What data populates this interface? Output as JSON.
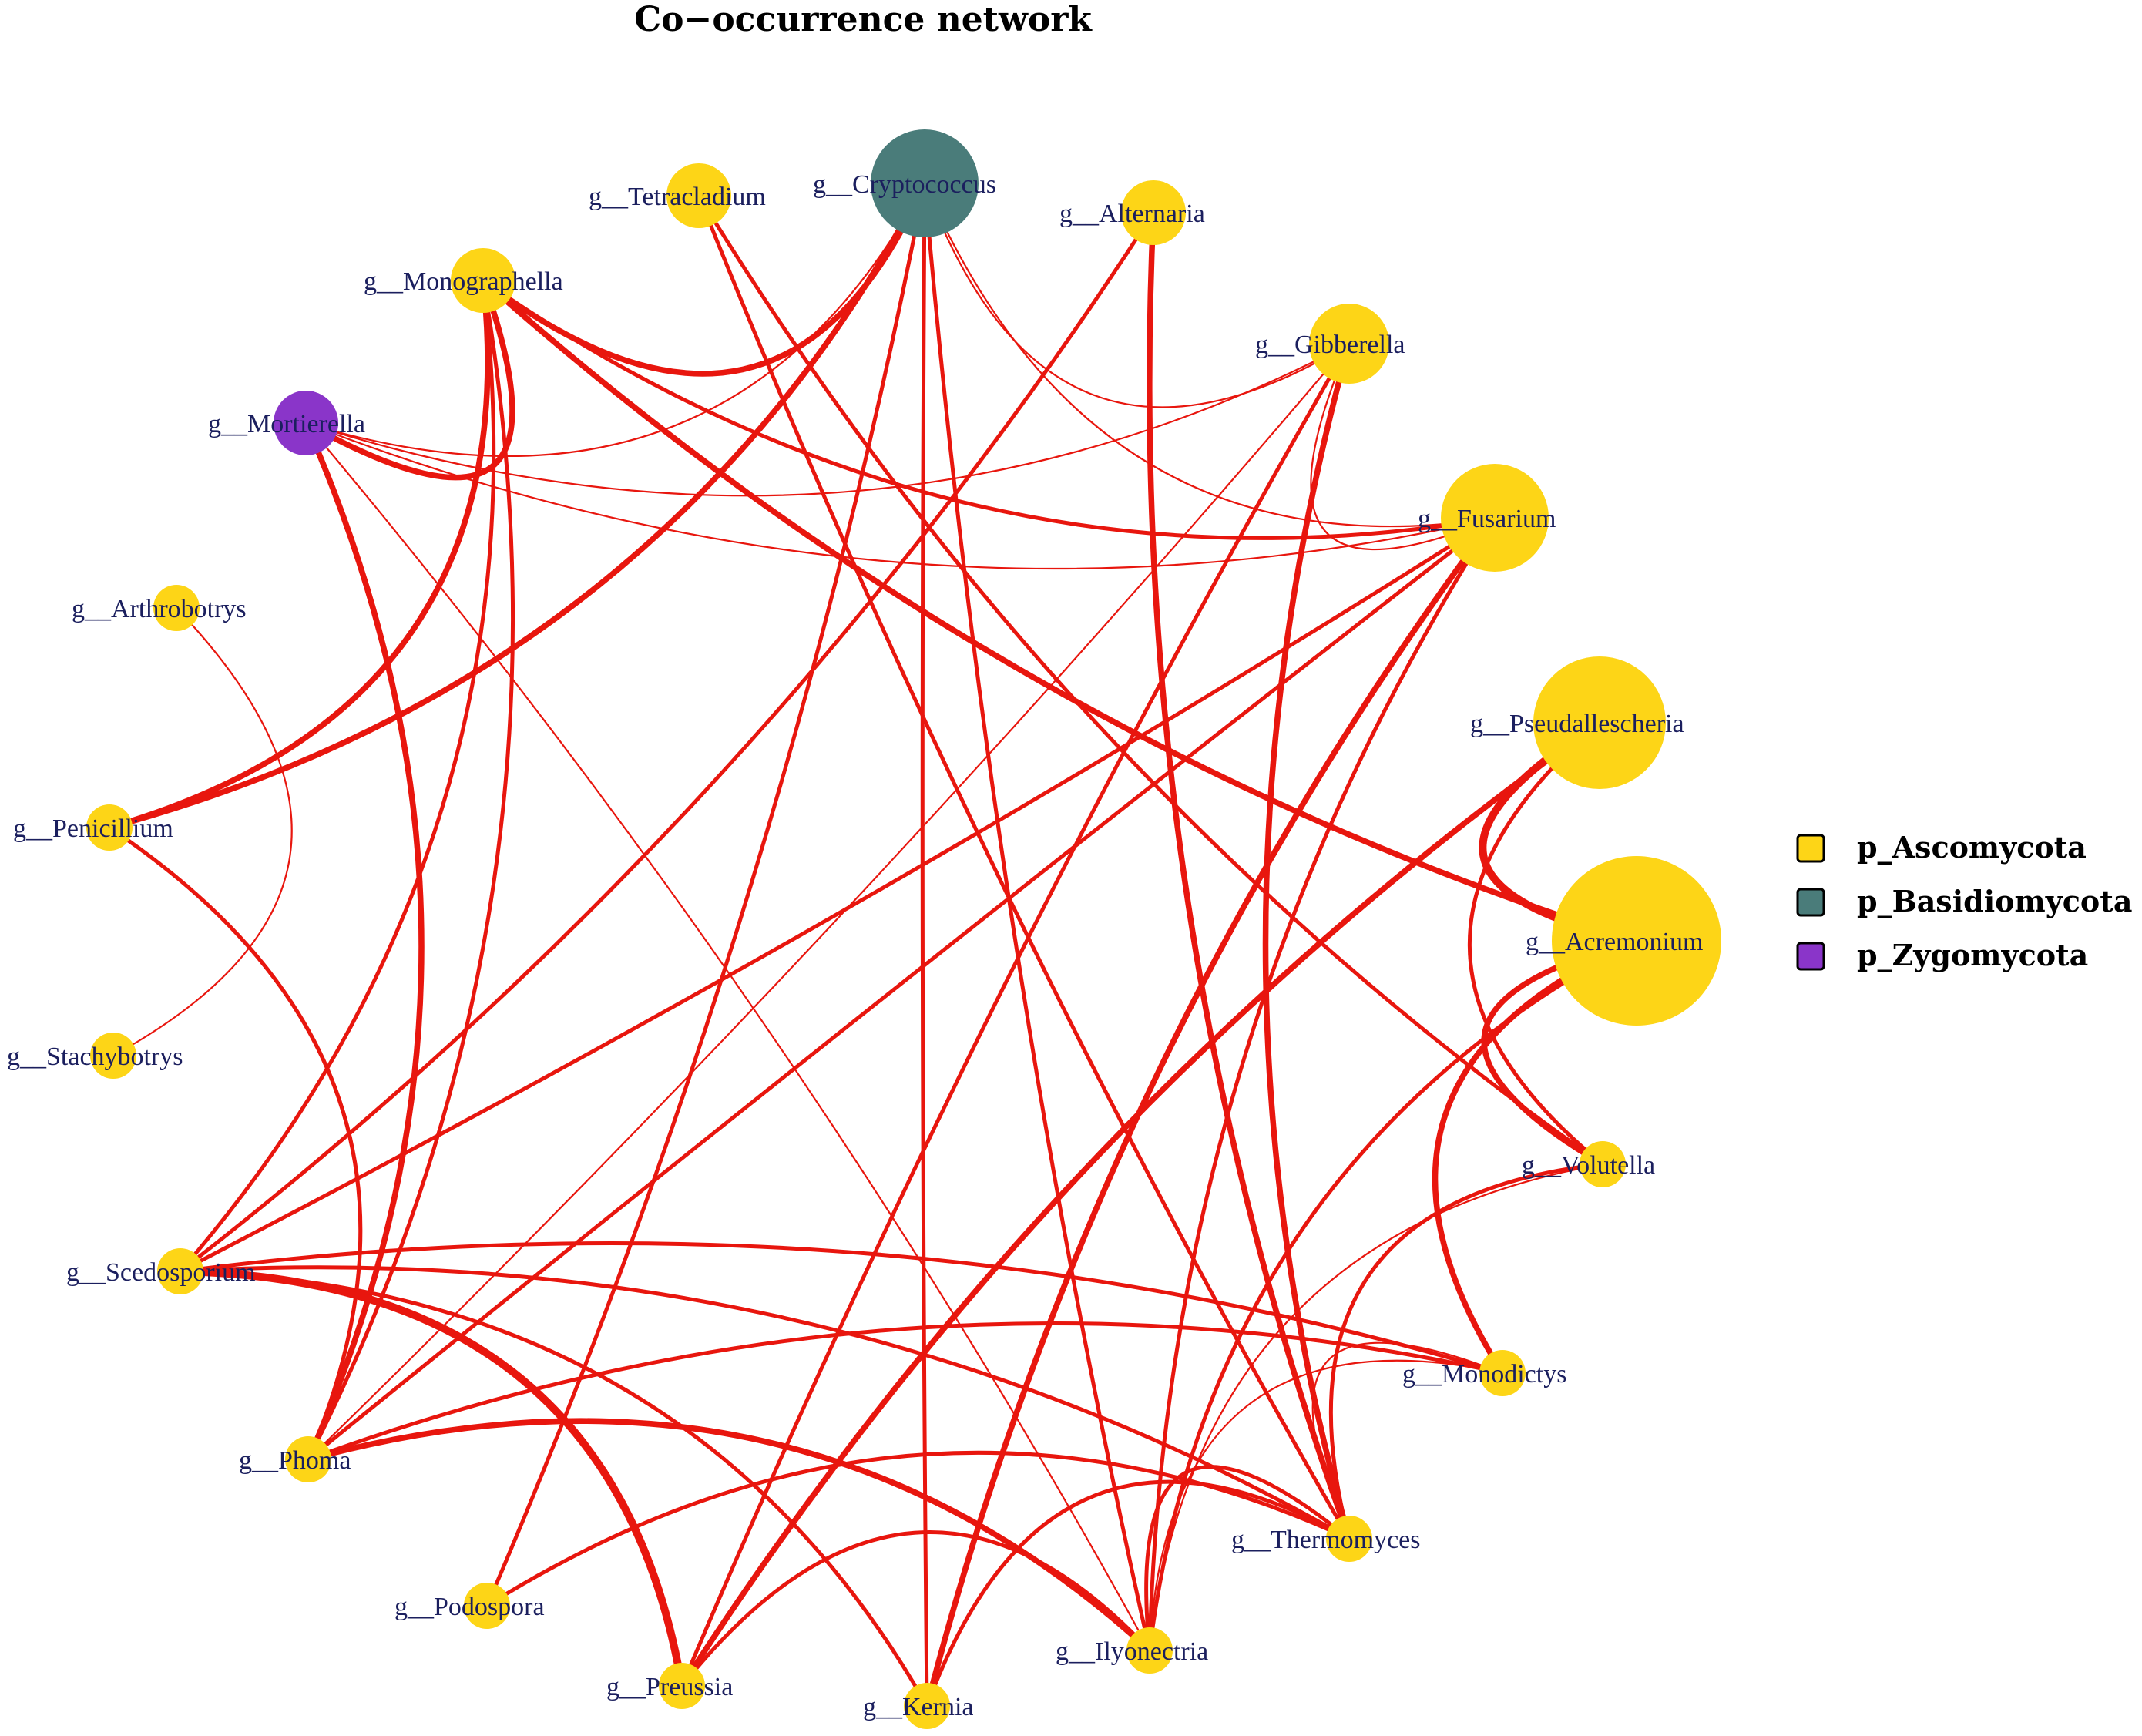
{
  "title": "Co−occurrence network",
  "colors": {
    "edge": "#e8160e",
    "p_Ascomycota": "#fdd517",
    "p_Basidiomycota": "#4a7c7a",
    "p_Zygomycota": "#8a35c9"
  },
  "legend": [
    {
      "label": "p_Ascomycota",
      "color": "#fdd517"
    },
    {
      "label": "p_Basidiomycota",
      "color": "#4a7c7a"
    },
    {
      "label": "p_Zygomycota",
      "color": "#8a35c9"
    }
  ],
  "nodes": [
    {
      "id": "cryptococcus",
      "label": "g__Cryptococcus",
      "phylum": "p_Basidiomycota",
      "size": 3
    },
    {
      "id": "tetracladium",
      "label": "g__Tetracladium",
      "phylum": "p_Ascomycota",
      "size": 1
    },
    {
      "id": "alternaria",
      "label": "g__Alternaria",
      "phylum": "p_Ascomycota",
      "size": 1
    },
    {
      "id": "monographella",
      "label": "g__Monographella",
      "phylum": "p_Ascomycota",
      "size": 1
    },
    {
      "id": "gibberella",
      "label": "g__Gibberella",
      "phylum": "p_Ascomycota",
      "size": 2
    },
    {
      "id": "mortierella",
      "label": "g__Mortierella",
      "phylum": "p_Zygomycota",
      "size": 1
    },
    {
      "id": "fusarium",
      "label": "g__Fusarium",
      "phylum": "p_Ascomycota",
      "size": 3
    },
    {
      "id": "arthrobotrys",
      "label": "g__Arthrobotrys",
      "phylum": "p_Ascomycota",
      "size": 0
    },
    {
      "id": "pseudallescheria",
      "label": "g__Pseudallescheria",
      "phylum": "p_Ascomycota",
      "size": 4
    },
    {
      "id": "penicillium",
      "label": "g__Penicillium",
      "phylum": "p_Ascomycota",
      "size": 0
    },
    {
      "id": "acremonium",
      "label": "g__Acremonium",
      "phylum": "p_Ascomycota",
      "size": 5
    },
    {
      "id": "stachybotrys",
      "label": "g__Stachybotrys",
      "phylum": "p_Ascomycota",
      "size": 0
    },
    {
      "id": "volutella",
      "label": "g__Volutella",
      "phylum": "p_Ascomycota",
      "size": 0
    },
    {
      "id": "scedosporium",
      "label": "g__Scedosporium",
      "phylum": "p_Ascomycota",
      "size": 0
    },
    {
      "id": "monodictys",
      "label": "g__Monodictys",
      "phylum": "p_Ascomycota",
      "size": 0
    },
    {
      "id": "phoma",
      "label": "g__Phoma",
      "phylum": "p_Ascomycota",
      "size": 0
    },
    {
      "id": "thermomyces",
      "label": "g__Thermomyces",
      "phylum": "p_Ascomycota",
      "size": 0
    },
    {
      "id": "podospora",
      "label": "g__Podospora",
      "phylum": "p_Ascomycota",
      "size": 0
    },
    {
      "id": "ilyonectria",
      "label": "g__Ilyonectria",
      "phylum": "p_Ascomycota",
      "size": 0
    },
    {
      "id": "preussia",
      "label": "g__Preussia",
      "phylum": "p_Ascomycota",
      "size": 0
    },
    {
      "id": "kernia",
      "label": "g__Kernia",
      "phylum": "p_Ascomycota",
      "size": 0
    }
  ],
  "edges": [
    {
      "source": "monographella",
      "target": "cryptococcus",
      "weight": 3
    },
    {
      "source": "monographella",
      "target": "mortierella",
      "weight": 3
    },
    {
      "source": "mortierella",
      "target": "cryptococcus",
      "weight": 1
    },
    {
      "source": "mortierella",
      "target": "gibberella",
      "weight": 1
    },
    {
      "source": "cryptococcus",
      "target": "gibberella",
      "weight": 1
    },
    {
      "source": "cryptococcus",
      "target": "fusarium",
      "weight": 1
    },
    {
      "source": "gibberella",
      "target": "fusarium",
      "weight": 1
    },
    {
      "source": "cryptococcus",
      "target": "penicillium",
      "weight": 3
    },
    {
      "source": "monographella",
      "target": "penicillium",
      "weight": 3
    },
    {
      "source": "monographella",
      "target": "fusarium",
      "weight": 2
    },
    {
      "source": "mortierella",
      "target": "fusarium",
      "weight": 1
    },
    {
      "source": "mortierella",
      "target": "phoma",
      "weight": 3
    },
    {
      "source": "mortierella",
      "target": "ilyonectria",
      "weight": 1
    },
    {
      "source": "monographella",
      "target": "acremonium",
      "weight": 3
    },
    {
      "source": "monographella",
      "target": "phoma",
      "weight": 2
    },
    {
      "source": "monographella",
      "target": "scedosporium",
      "weight": 2
    },
    {
      "source": "tetracladium",
      "target": "volutella",
      "weight": 2
    },
    {
      "source": "tetracladium",
      "target": "thermomyces",
      "weight": 2
    },
    {
      "source": "cryptococcus",
      "target": "ilyonectria",
      "weight": 2
    },
    {
      "source": "cryptococcus",
      "target": "kernia",
      "weight": 2
    },
    {
      "source": "cryptococcus",
      "target": "podospora",
      "weight": 2
    },
    {
      "source": "alternaria",
      "target": "scedosporium",
      "weight": 2
    },
    {
      "source": "alternaria",
      "target": "thermomyces",
      "weight": 3
    },
    {
      "source": "gibberella",
      "target": "phoma",
      "weight": 1
    },
    {
      "source": "gibberella",
      "target": "preussia",
      "weight": 2
    },
    {
      "source": "gibberella",
      "target": "thermomyces",
      "weight": 3
    },
    {
      "source": "fusarium",
      "target": "scedosporium",
      "weight": 2
    },
    {
      "source": "fusarium",
      "target": "kernia",
      "weight": 3
    },
    {
      "source": "fusarium",
      "target": "ilyonectria",
      "weight": 2
    },
    {
      "source": "fusarium",
      "target": "phoma",
      "weight": 2
    },
    {
      "source": "pseudallescheria",
      "target": "acremonium",
      "weight": 4
    },
    {
      "source": "pseudallescheria",
      "target": "volutella",
      "weight": 2
    },
    {
      "source": "pseudallescheria",
      "target": "preussia",
      "weight": 3
    },
    {
      "source": "acremonium",
      "target": "volutella",
      "weight": 3
    },
    {
      "source": "acremonium",
      "target": "monodictys",
      "weight": 3
    },
    {
      "source": "acremonium",
      "target": "ilyonectria",
      "weight": 2
    },
    {
      "source": "penicillium",
      "target": "phoma",
      "weight": 2
    },
    {
      "source": "arthrobotrys",
      "target": "stachybotrys",
      "weight": 1
    },
    {
      "source": "scedosporium",
      "target": "preussia",
      "weight": 4
    },
    {
      "source": "scedosporium",
      "target": "kernia",
      "weight": 2
    },
    {
      "source": "scedosporium",
      "target": "monodictys",
      "weight": 2
    },
    {
      "source": "scedosporium",
      "target": "thermomyces",
      "weight": 2
    },
    {
      "source": "phoma",
      "target": "ilyonectria",
      "weight": 3
    },
    {
      "source": "phoma",
      "target": "monodictys",
      "weight": 2
    },
    {
      "source": "podospora",
      "target": "thermomyces",
      "weight": 2
    },
    {
      "source": "monodictys",
      "target": "ilyonectria",
      "weight": 1
    },
    {
      "source": "monodictys",
      "target": "thermomyces",
      "weight": 1
    },
    {
      "source": "thermomyces",
      "target": "kernia",
      "weight": 2
    },
    {
      "source": "thermomyces",
      "target": "ilyonectria",
      "weight": 2
    },
    {
      "source": "volutella",
      "target": "thermomyces",
      "weight": 2
    },
    {
      "source": "volutella",
      "target": "ilyonectria",
      "weight": 1
    },
    {
      "source": "preussia",
      "target": "ilyonectria",
      "weight": 2
    }
  ]
}
